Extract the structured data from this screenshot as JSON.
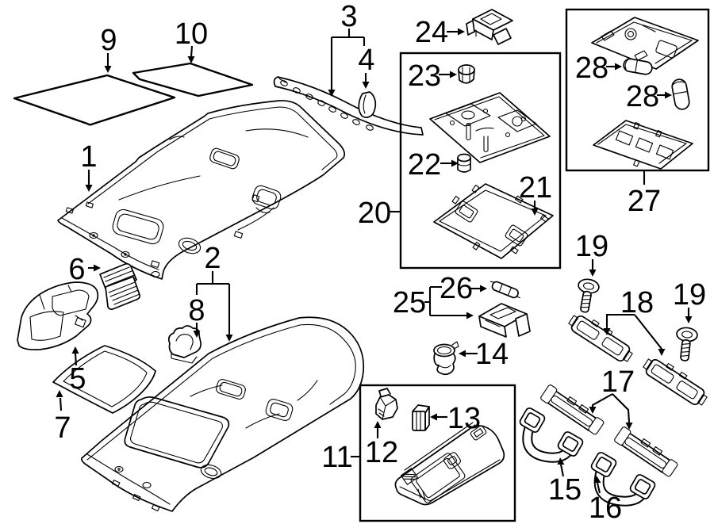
{
  "figure": {
    "kind": "exploded-parts-diagram",
    "background_color": "#ffffff",
    "line_color": "#000000"
  },
  "callouts": {
    "n1": "1",
    "n2": "2",
    "n3": "3",
    "n4": "4",
    "n5": "5",
    "n6": "6",
    "n7": "7",
    "n8": "8",
    "n9": "9",
    "n10": "10",
    "n11": "11",
    "n12": "12",
    "n13": "13",
    "n14": "14",
    "n15": "15",
    "n16": "16",
    "n17": "17",
    "n18": "18",
    "n19a": "19",
    "n19b": "19",
    "n20": "20",
    "n21": "21",
    "n22": "22",
    "n23": "23",
    "n24": "24",
    "n25": "25",
    "n26": "26",
    "n27": "27",
    "n28a": "28",
    "n28b": "28"
  }
}
